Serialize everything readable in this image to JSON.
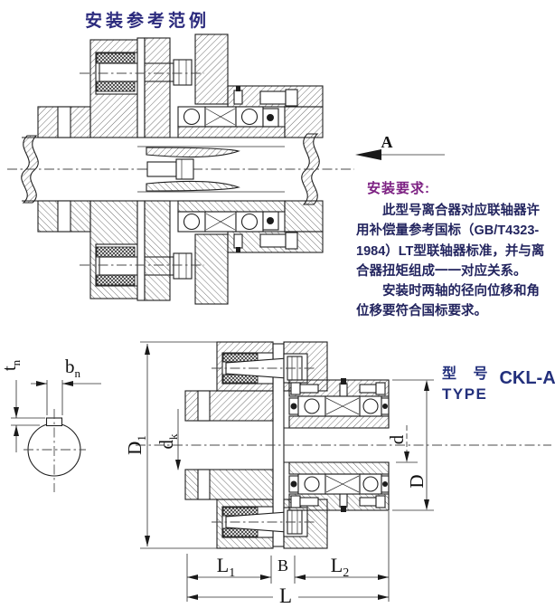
{
  "title": "安装参考范例",
  "view_label": "A",
  "notes": {
    "heading": "安装要求:",
    "lines": [
      "此型号离合器对应联轴器许",
      "用补偿量参考国标（GB/T4323-",
      "1984）LT型联轴器标准，并与离",
      "合器扭矩组成一一对应关系。",
      "安装时两轴的径向位移和角",
      "位移要符合国标要求。"
    ]
  },
  "type_block": {
    "label_cn": "型 号",
    "label_en": "TYPE",
    "value": "CKL-A"
  },
  "dim_labels": {
    "bn": {
      "main": "b",
      "sub": "n"
    },
    "tn": {
      "main": "t",
      "sub": "n"
    },
    "D1": {
      "main": "D",
      "sub": "1"
    },
    "dk": {
      "main": "d",
      "sub": "k"
    },
    "d": {
      "main": "d",
      "sub": ""
    },
    "D": {
      "main": "D",
      "sub": ""
    },
    "L1": {
      "main": "L",
      "sub": "1"
    },
    "B": {
      "main": "B",
      "sub": ""
    },
    "L2": {
      "main": "L",
      "sub": "2"
    },
    "L": {
      "main": "L",
      "sub": ""
    }
  },
  "colors": {
    "title_navy": "#2b2a7d",
    "note_heading_purple": "#7c2082",
    "note_body_navy": "#23255f",
    "type_navy": "#23307c",
    "line": "#1f1f1f"
  }
}
